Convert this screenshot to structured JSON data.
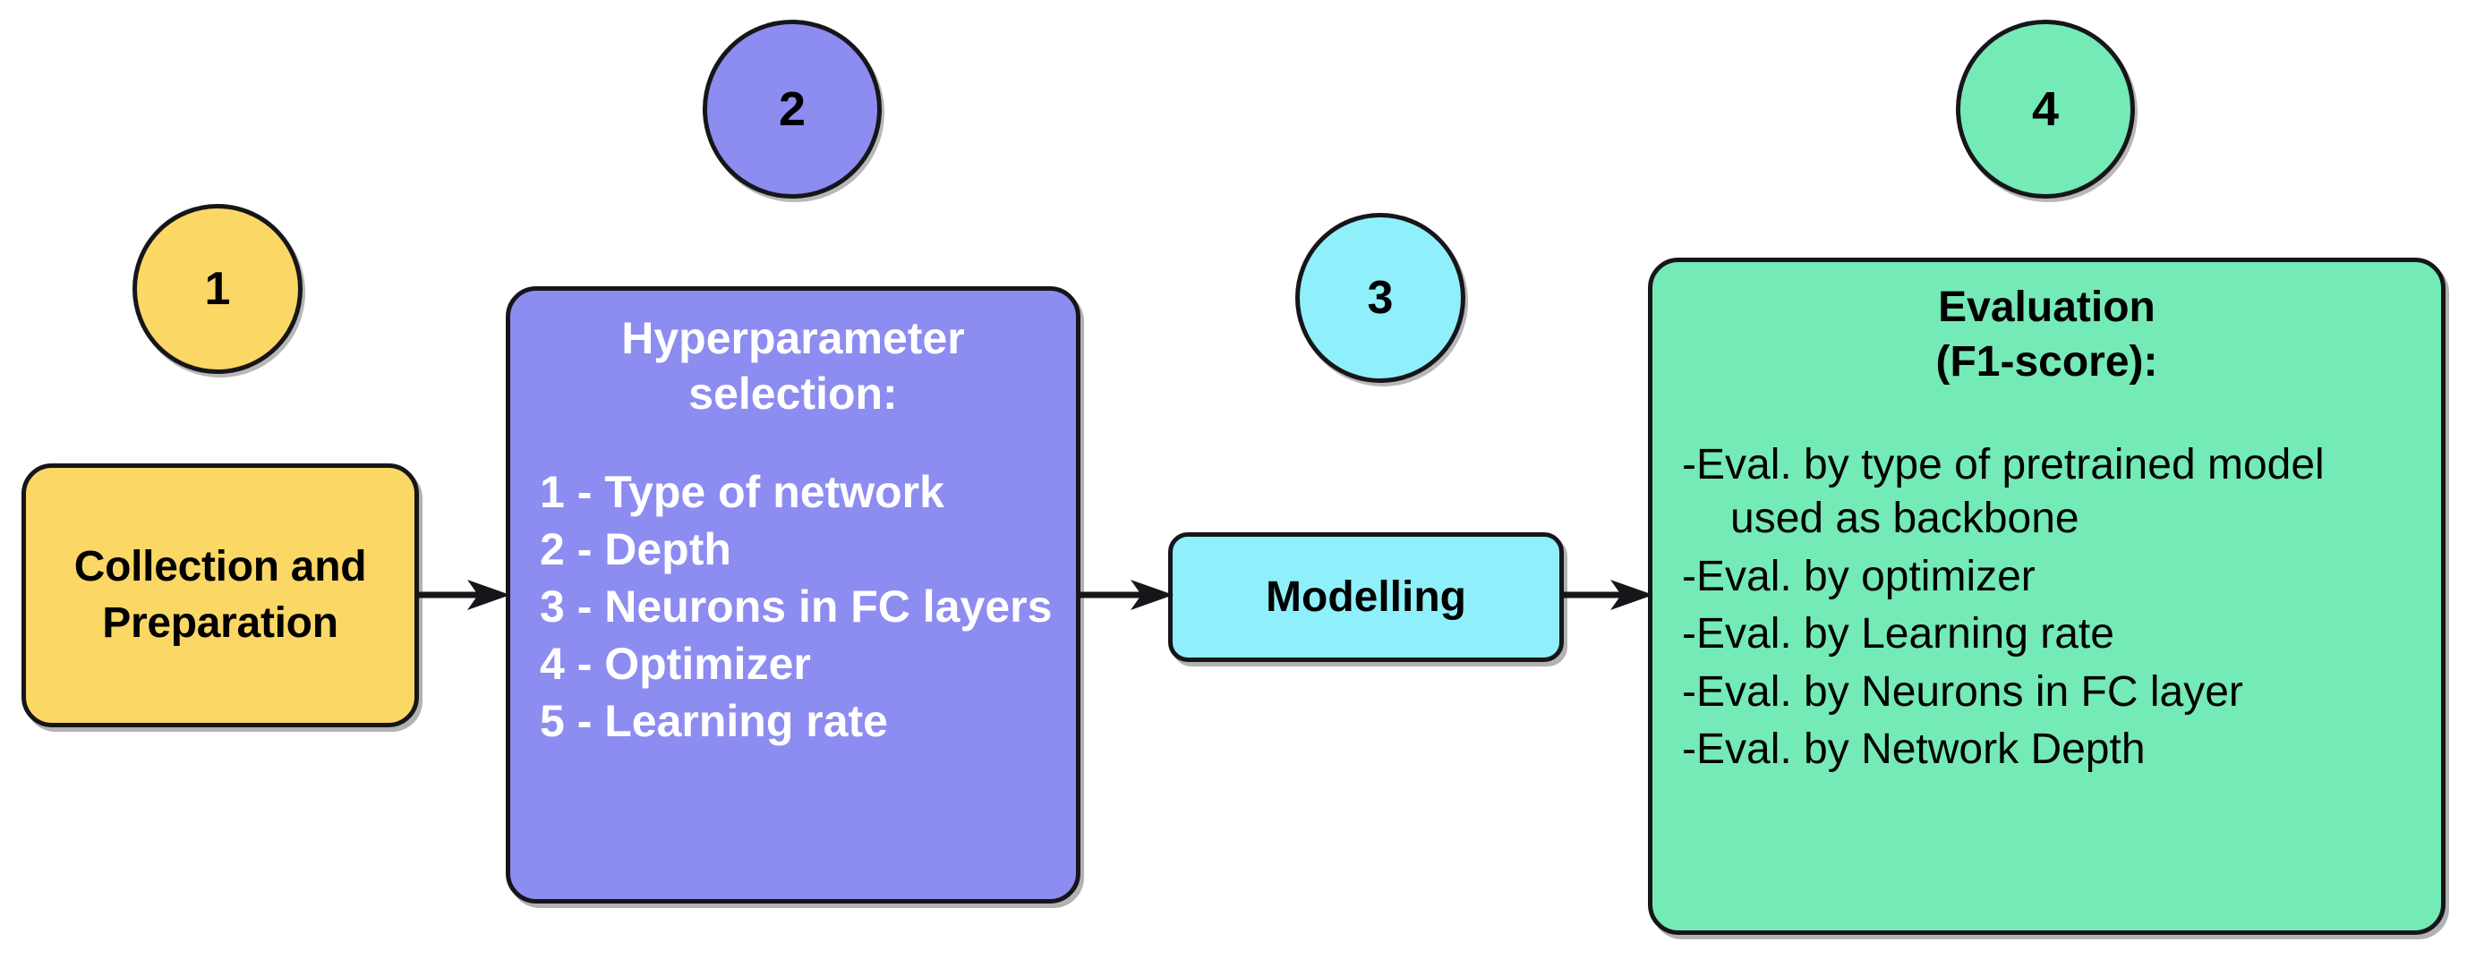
{
  "diagram": {
    "title": "Deep learning pipeline flow diagram",
    "colors": {
      "yellow": "#fbd865",
      "purple": "#8d8cf0",
      "cyan": "#8ff0fb",
      "green": "#74eab6",
      "outline": "#16161a",
      "white_text": "#ffffff",
      "black_text": "#000000"
    },
    "steps": [
      {
        "number": "1",
        "circle_name": "step-circle-1",
        "color": "#fbd865",
        "box_name": "collection-and-preparation-box"
      },
      {
        "number": "2",
        "circle_name": "step-circle-2",
        "color": "#8d8cf0",
        "box_name": "hyperparameter-selection-box"
      },
      {
        "number": "3",
        "circle_name": "step-circle-3",
        "color": "#8ff0fb",
        "box_name": "modelling-box"
      },
      {
        "number": "4",
        "circle_name": "step-circle-4",
        "color": "#74eab6",
        "box_name": "evaluation-box"
      }
    ],
    "collection": {
      "line1": "Collection and",
      "line2": "Preparation"
    },
    "hyperparameters": {
      "title_line1": "Hyperparameter",
      "title_line2": "selection:",
      "items": [
        "1 - Type of network",
        "2 - Depth",
        "3 - Neurons in FC layers",
        "4 - Optimizer",
        "5 - Learning rate"
      ]
    },
    "modelling": {
      "label": "Modelling"
    },
    "evaluation": {
      "title_line1": "Evaluation",
      "title_line2": "(F1-score):",
      "items": [
        "-Eval. by type of pretrained model used as backbone",
        "-Eval.  by optimizer",
        "-Eval.  by Learning rate",
        "-Eval.  by Neurons in FC layer",
        "-Eval.  by Network Depth"
      ]
    },
    "arrows": [
      {
        "name": "arrow-collection-to-hyperparameters",
        "direction": "right"
      },
      {
        "name": "arrow-hyperparameters-to-modelling",
        "direction": "right"
      },
      {
        "name": "arrow-modelling-to-evaluation",
        "direction": "right"
      }
    ]
  }
}
